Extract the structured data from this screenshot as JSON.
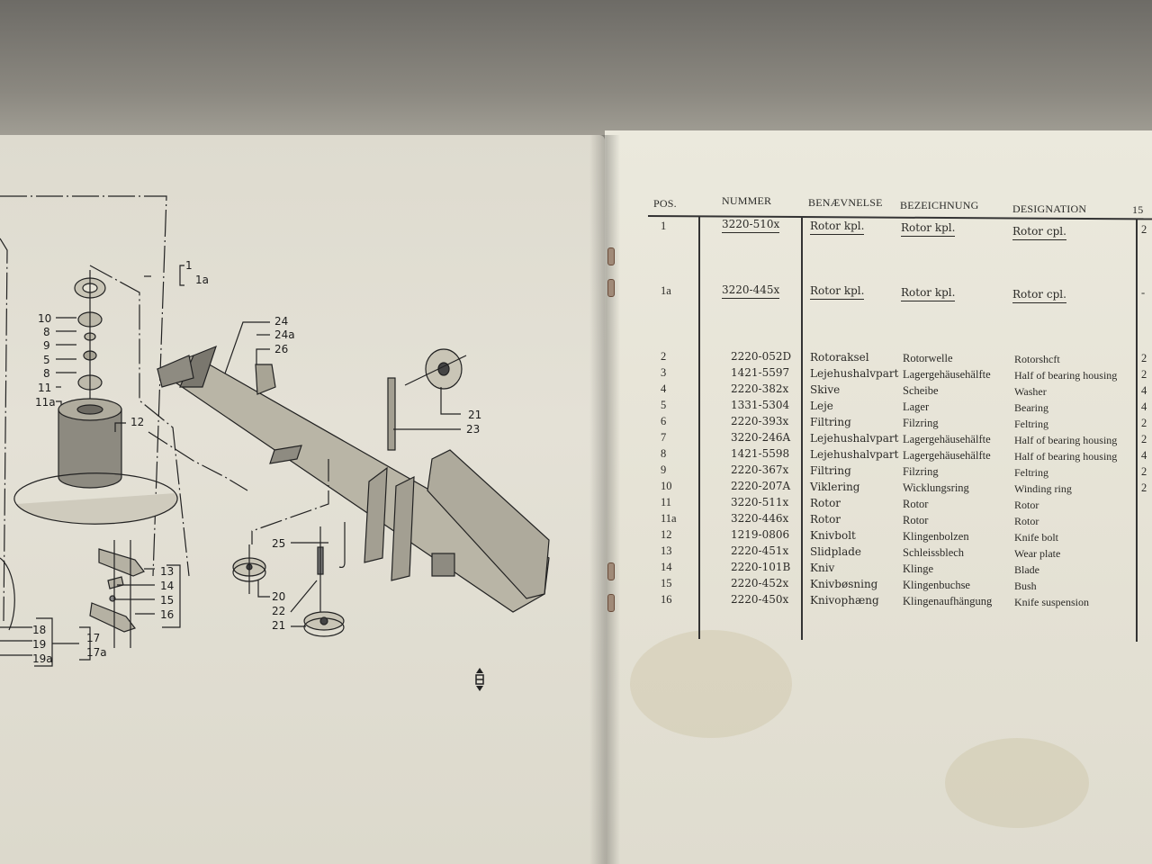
{
  "diagram": {
    "labels": {
      "l1": "1",
      "l1a": "1a",
      "l10": "10",
      "l8a": "8",
      "l9": "9",
      "l5": "5",
      "l8b": "8",
      "l11": "11",
      "l11a": "11a",
      "l12": "12",
      "l24": "24",
      "l24a": "24a",
      "l26": "26",
      "l21a": "21",
      "l23": "23",
      "l25": "25",
      "l20": "20",
      "l22": "22",
      "l21b": "21",
      "l13": "13",
      "l14": "14",
      "l15": "15",
      "l16": "16",
      "l17": "17",
      "l17a": "17a",
      "l18": "18",
      "l19": "19",
      "l19a": "19a"
    }
  },
  "parts_table": {
    "headers": {
      "pos": "POS.",
      "nummer": "NUMMER",
      "benaevnelse": "BENÆVNELSE",
      "bezeichnung": "BEZEICHNUNG",
      "designation": "DESIGNATION",
      "qty": "15"
    },
    "rows": [
      {
        "pos": "1",
        "nummer": "3220-510x",
        "benaevnelse": "Rotor kpl.",
        "bezeichnung": "Rotor kpl.",
        "designation": "Rotor cpl.",
        "qty": "2"
      },
      {
        "pos": "1a",
        "nummer": "3220-445x",
        "benaevnelse": "Rotor kpl.",
        "bezeichnung": "Rotor kpl.",
        "designation": "Rotor cpl.",
        "qty": "-"
      },
      {
        "pos": "2",
        "nummer": "2220-052D",
        "benaevnelse": "Rotoraksel",
        "bezeichnung": "Rotorwelle",
        "designation": "Rotorshcft",
        "qty": "2"
      },
      {
        "pos": "3",
        "nummer": "1421-5597",
        "benaevnelse": "Lejehushalvpart",
        "bezeichnung": "Lagergehäusehälfte",
        "designation": "Half of bearing housing",
        "qty": "2"
      },
      {
        "pos": "4",
        "nummer": "2220-382x",
        "benaevnelse": "Skive",
        "bezeichnung": "Scheibe",
        "designation": "Washer",
        "qty": "4"
      },
      {
        "pos": "5",
        "nummer": "1331-5304",
        "benaevnelse": "Leje",
        "bezeichnung": "Lager",
        "designation": "Bearing",
        "qty": "4"
      },
      {
        "pos": "6",
        "nummer": "2220-393x",
        "benaevnelse": "Filtring",
        "bezeichnung": "Filzring",
        "designation": "Feltring",
        "qty": "2"
      },
      {
        "pos": "7",
        "nummer": "3220-246A",
        "benaevnelse": "Lejehushalvpart",
        "bezeichnung": "Lagergehäusehälfte",
        "designation": "Half of bearing housing",
        "qty": "2"
      },
      {
        "pos": "8",
        "nummer": "1421-5598",
        "benaevnelse": "Lejehushalvpart",
        "bezeichnung": "Lagergehäusehälfte",
        "designation": "Half of bearing housing",
        "qty": "4"
      },
      {
        "pos": "9",
        "nummer": "2220-367x",
        "benaevnelse": "Filtring",
        "bezeichnung": "Filzring",
        "designation": "Feltring",
        "qty": "2"
      },
      {
        "pos": "10",
        "nummer": "2220-207A",
        "benaevnelse": "Viklering",
        "bezeichnung": "Wicklungsring",
        "designation": "Winding ring",
        "qty": "2"
      },
      {
        "pos": "11",
        "nummer": "3220-511x",
        "benaevnelse": "Rotor",
        "bezeichnung": "Rotor",
        "designation": "Rotor",
        "qty": ""
      },
      {
        "pos": "11a",
        "nummer": "3220-446x",
        "benaevnelse": "Rotor",
        "bezeichnung": "Rotor",
        "designation": "Rotor",
        "qty": ""
      },
      {
        "pos": "12",
        "nummer": "1219-0806",
        "benaevnelse": "Knivbolt",
        "bezeichnung": "Klingenbolzen",
        "designation": "Knife bolt",
        "qty": ""
      },
      {
        "pos": "13",
        "nummer": "2220-451x",
        "benaevnelse": "Slidplade",
        "bezeichnung": "Schleissblech",
        "designation": "Wear plate",
        "qty": ""
      },
      {
        "pos": "14",
        "nummer": "2220-101B",
        "benaevnelse": "Kniv",
        "bezeichnung": "Klinge",
        "designation": "Blade",
        "qty": ""
      },
      {
        "pos": "15",
        "nummer": "2220-452x",
        "benaevnelse": "Knivbøsning",
        "bezeichnung": "Klingenbuchse",
        "designation": "Bush",
        "qty": ""
      },
      {
        "pos": "16",
        "nummer": "2220-450x",
        "benaevnelse": "Knivophæng",
        "bezeichnung": "Klingenaufhängung",
        "designation": "Knife suspension",
        "qty": ""
      }
    ]
  }
}
